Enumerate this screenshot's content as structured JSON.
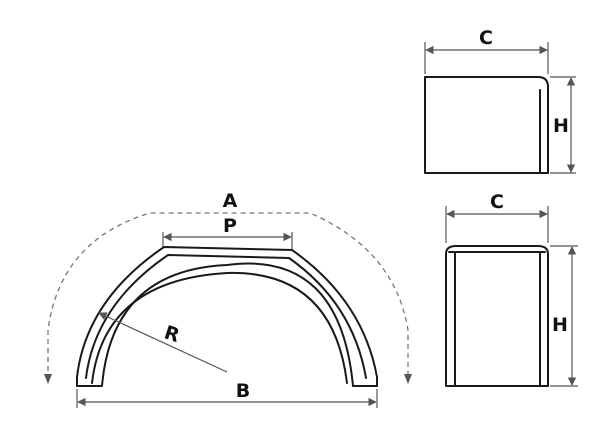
{
  "labels": {
    "c_top": "C",
    "h_top": "H",
    "c_bottom": "C",
    "h_bottom": "H",
    "a": "A",
    "p": "P",
    "r": "R",
    "b": "B"
  },
  "colors": {
    "line": "#1a1a1a",
    "dimension": "#555555",
    "dashed": "#777777",
    "background": "#ffffff"
  }
}
